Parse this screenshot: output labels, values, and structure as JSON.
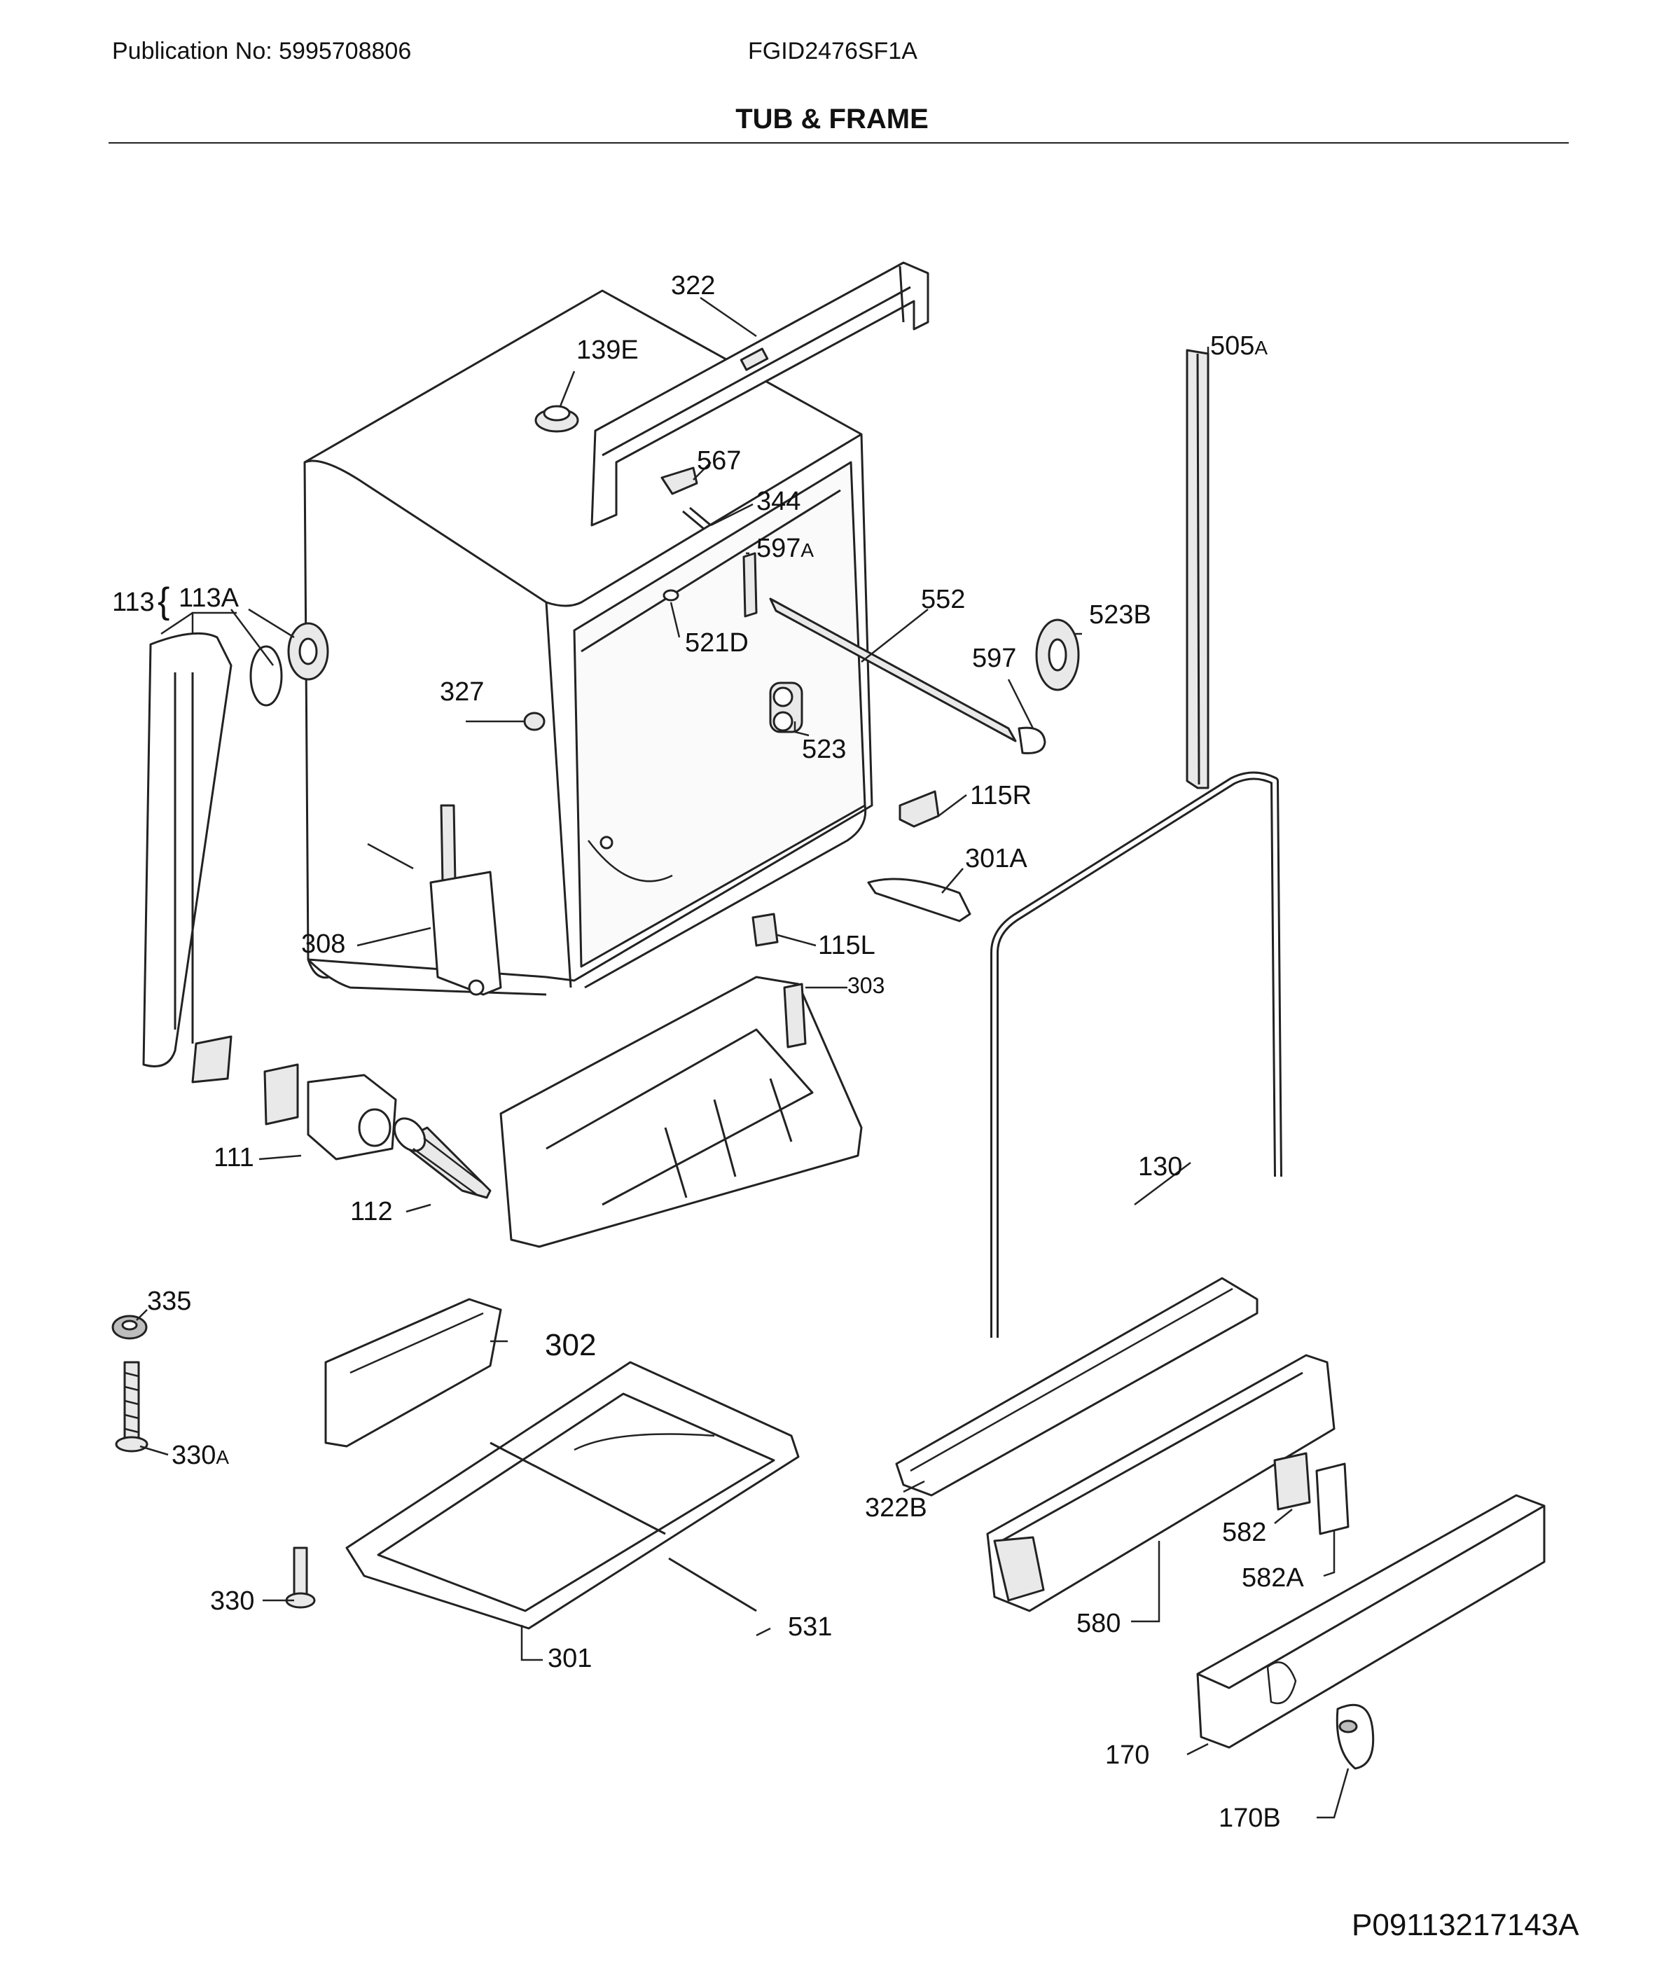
{
  "header": {
    "publication": "Publication No: 5995708806",
    "model": "FGID2476SF1A",
    "title": "TUB & FRAME"
  },
  "footer": {
    "document_number": "P09113217143A"
  },
  "callouts": {
    "p322": "322",
    "p139E": "139E",
    "p505A_num": "505",
    "p505A_suf": "A",
    "p567": "567",
    "p344": "344",
    "p597A_num": "597",
    "p597A_suf": "A",
    "p552": "552",
    "p523B": "523B",
    "p113": "113",
    "p113A": "113A",
    "p521D": "521D",
    "p597": "597",
    "p327": "327",
    "p523": "523",
    "p115R": "115R",
    "p301A": "301A",
    "p308": "308",
    "p115L": "115L",
    "p303": "303",
    "p111": "111",
    "p130": "130",
    "p112": "112",
    "p335": "335",
    "p302": "302",
    "p330A_num": "330",
    "p330A_suf": "A",
    "p322B": "322B",
    "p582": "582",
    "p582A": "582A",
    "p330": "330",
    "p580": "580",
    "p531": "531",
    "p301": "301",
    "p170": "170",
    "p170B_num": "170",
    "p170B_suf": "B"
  }
}
